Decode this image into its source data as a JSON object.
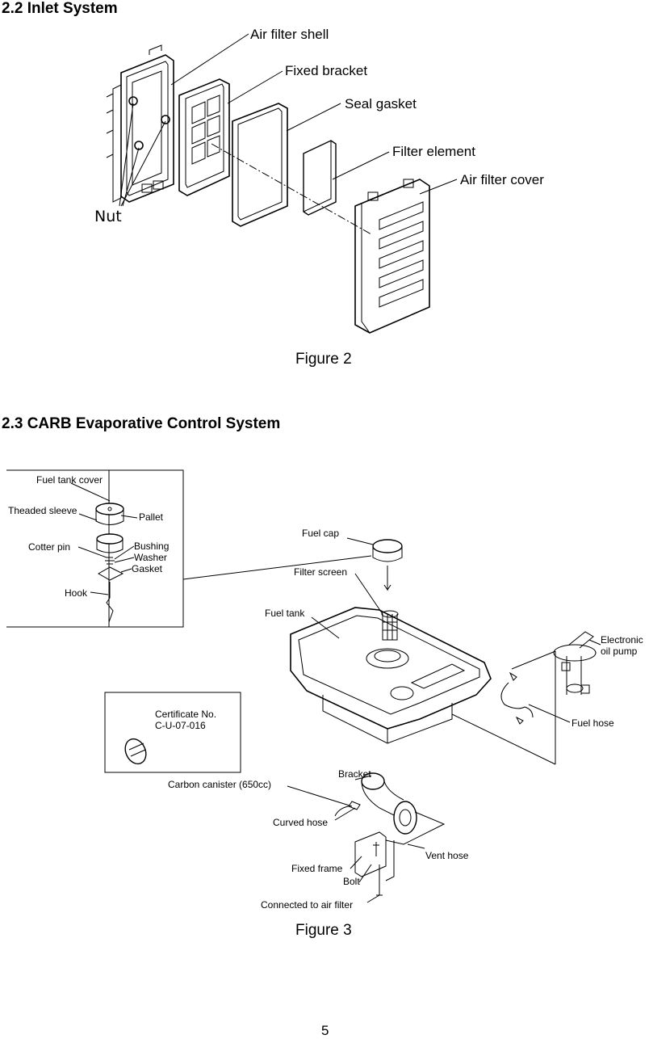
{
  "section_inlet": {
    "title": "2.2 Inlet System"
  },
  "figure2": {
    "caption": "Figure 2",
    "labels": {
      "air_filter_shell": "Air filter shell",
      "fixed_bracket": "Fixed bracket",
      "seal_gasket": "Seal gasket",
      "filter_element": "Filter element",
      "air_filter_cover": "Air filter cover",
      "nut": "Nut"
    }
  },
  "section_carb": {
    "title": "2.3 CARB Evaporative Control System"
  },
  "figure3": {
    "caption": "Figure 3",
    "labels": {
      "fuel_tank_cover": "Fuel tank cover",
      "threaded_sleeve": "Theaded sleeve",
      "pallet": "Pallet",
      "cotter_pin": "Cotter pin",
      "bushing": "Bushing",
      "washer": "Washer",
      "gasket": "Gasket",
      "hook": "Hook",
      "fuel_cap": "Fuel cap",
      "filter_screen": "Filter screen",
      "fuel_tank": "Fuel tank",
      "electronic_oil_pump_line1": "Electronic",
      "electronic_oil_pump_line2": "oil pump",
      "fuel_hose": "Fuel hose",
      "certificate_line1": "Certificate No.",
      "certificate_line2": "C-U-07-016",
      "carbon_canister": "Carbon canister (650cc)",
      "bracket": "Bracket",
      "curved_hose": "Curved hose",
      "vent_hose": "Vent hose",
      "fixed_frame": "Fixed frame",
      "bolt": "Bolt",
      "connected_to_air_filter": "Connected to air filter"
    }
  },
  "page": {
    "number": "5"
  }
}
